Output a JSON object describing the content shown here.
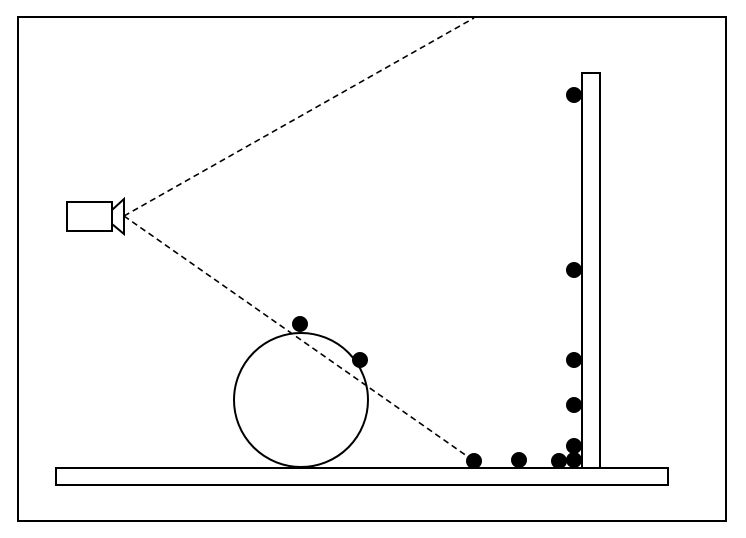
{
  "colors": {
    "stroke": "#000000",
    "background": "#ffffff",
    "dots": "#000000"
  },
  "elements": {
    "camera": "camera-icon",
    "sphere": "circle",
    "floor": "floor-plane",
    "wall": "wall-plane",
    "view_frustum": "dashed-lines"
  }
}
